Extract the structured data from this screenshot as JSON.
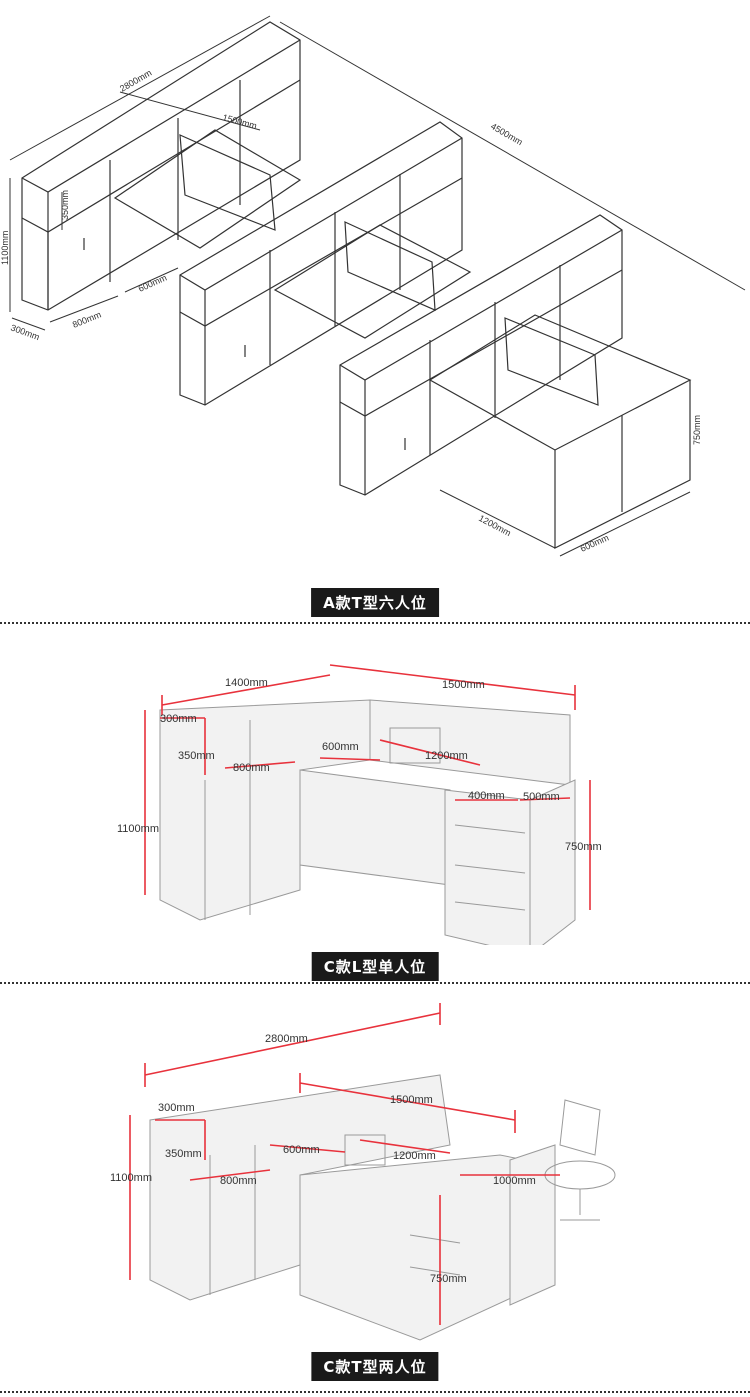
{
  "section_a": {
    "title": "A款T型六人位",
    "dims": {
      "d2800": "2800mm",
      "d1500": "1500mm",
      "d4500": "4500mm",
      "d350": "350mm",
      "d1100": "1100mm",
      "d300": "300mm",
      "d800": "800mm",
      "d600a": "600mm",
      "d750": "750mm",
      "d1200": "1200mm",
      "d600b": "600mm"
    }
  },
  "section_b": {
    "title": "C款L型单人位",
    "dims": {
      "d1400": "1400mm",
      "d1500": "1500mm",
      "d300": "300mm",
      "d600": "600mm",
      "d350": "350mm",
      "d1200": "1200mm",
      "d800": "800mm",
      "d400": "400mm",
      "d500": "500mm",
      "d1100": "1100mm",
      "d750": "750mm"
    }
  },
  "section_c": {
    "title": "C款T型两人位",
    "dims": {
      "d2800": "2800mm",
      "d1500": "1500mm",
      "d300": "300mm",
      "d600": "600mm",
      "d1200": "1200mm",
      "d350": "350mm",
      "d1100": "1100mm",
      "d800": "800mm",
      "d1000": "1000mm",
      "d750": "750mm"
    }
  },
  "colors": {
    "line": "#333333",
    "dim_red": "#e8323c",
    "sketch": "#9a9a9a"
  }
}
